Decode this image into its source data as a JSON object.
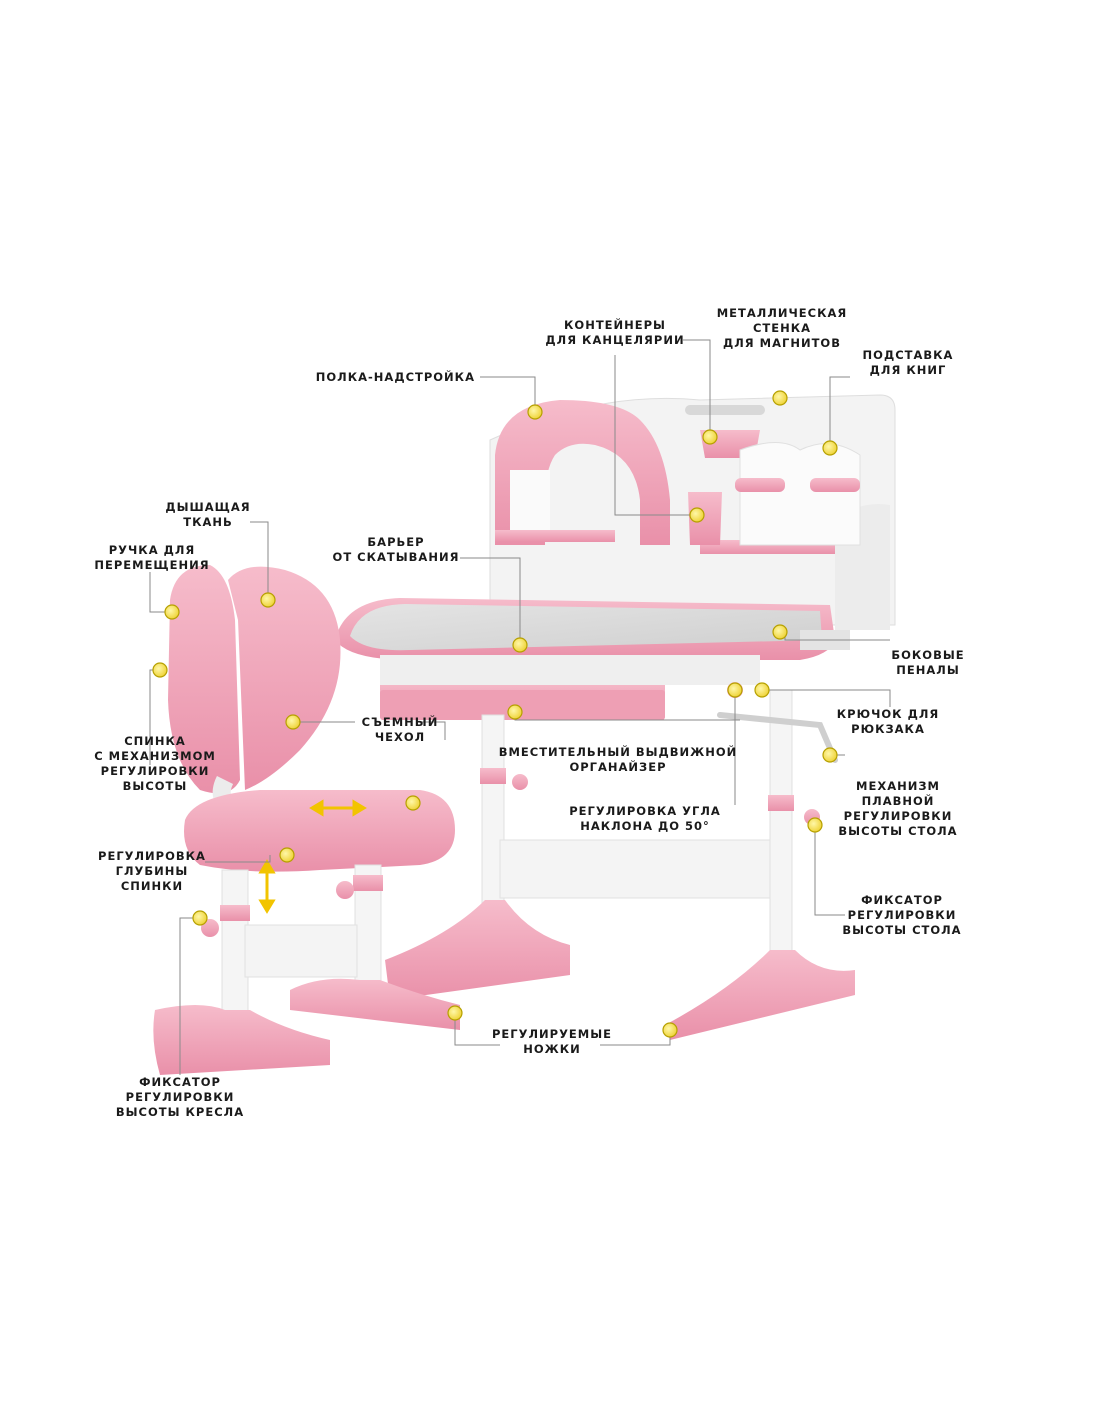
{
  "labels": {
    "shelf": "ПОЛКА-НАДСТРОЙКА",
    "containers": [
      "КОНТЕЙНЕРЫ",
      "ДЛЯ КАНЦЕЛЯРИИ"
    ],
    "metal_wall": [
      "МЕТАЛЛИЧЕСКАЯ",
      "СТЕНКА",
      "ДЛЯ МАГНИТОВ"
    ],
    "book_stand": [
      "ПОДСТАВКА",
      "ДЛЯ КНИГ"
    ],
    "breathable": [
      "ДЫШАЩАЯ",
      "ТКАНЬ"
    ],
    "handle": [
      "РУЧКА ДЛЯ",
      "ПЕРЕМЕЩЕНИЯ"
    ],
    "barrier": [
      "БАРЬЕР",
      "ОТ СКАТЫВАНИЯ"
    ],
    "side_cases": [
      "БОКОВЫЕ",
      "ПЕНАЛЫ"
    ],
    "backpack_hook": [
      "КРЮЧОК ДЛЯ",
      "РЮКЗАКА"
    ],
    "backrest": [
      "СПИНКА",
      "С МЕХАНИЗМОМ",
      "РЕГУЛИРОВКИ",
      "ВЫСОТЫ"
    ],
    "removable_cover": [
      "СЪЕМНЫЙ",
      "ЧЕХОЛ"
    ],
    "organizer": [
      "ВМЕСТИТЕЛЬНЫЙ ВЫДВИЖНОЙ",
      "ОРГАНАЙЗЕР"
    ],
    "smooth_mech": [
      "МЕХАНИЗМ",
      "ПЛАВНОЙ",
      "РЕГУЛИРОВКИ",
      "ВЫСОТЫ СТОЛА"
    ],
    "tilt": [
      "РЕГУЛИРОВКА УГЛА",
      "НАКЛОНА ДО 50°"
    ],
    "depth": [
      "РЕГУЛИРОВКА",
      "ГЛУБИНЫ",
      "СПИНКИ"
    ],
    "desk_lock": [
      "ФИКСАТОР",
      "РЕГУЛИРОВКИ",
      "ВЫСОТЫ СТОЛА"
    ],
    "legs": [
      "РЕГУЛИРУЕМЫЕ",
      "НОЖКИ"
    ],
    "chair_lock": [
      "ФИКСАТОР",
      "РЕГУЛИРОВКИ",
      "ВЫСОТЫ КРЕСЛА"
    ]
  },
  "colors": {
    "pink": "#f2a9bd",
    "pink_dark": "#e58aa4",
    "white": "#f7f7f7",
    "desk_top": "#dcdcdc",
    "marker": "#f5e25a",
    "marker_ring": "#b6a000",
    "leader": "#8a8a8a",
    "arrow": "#f2c400"
  }
}
